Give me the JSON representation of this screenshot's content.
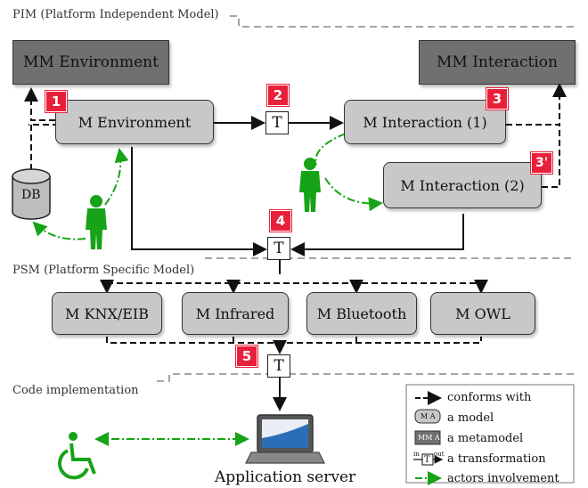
{
  "sections": {
    "pim": "PIM (Platform Independent Model)",
    "psm": "PSM (Platform Specific Model)",
    "code": "Code implementation"
  },
  "metamodels": {
    "environment": "MM Environment",
    "interaction": "MM Interaction"
  },
  "models": {
    "environment": "M Environment",
    "interaction1": "M Interaction (1)",
    "interaction2": "M Interaction (2)",
    "knx": "M KNX/EIB",
    "infrared": "M Infrared",
    "bluetooth": "M Bluetooth",
    "owl": "M OWL"
  },
  "db": "DB",
  "transform_label": "T",
  "steps": [
    "1",
    "2",
    "3",
    "3'",
    "4",
    "5"
  ],
  "app_server": "Application server",
  "legend": {
    "conforms": "conforms with",
    "model": "a model",
    "metamodel": "a metamodel",
    "transformation": "a transformation",
    "actors": "actors involvement",
    "model_icon": "M A",
    "metamodel_icon": "MM A",
    "in": "in",
    "out": "out"
  },
  "colors": {
    "actor": "#17a317",
    "badge": "#e8203a",
    "model": "#c8c8c8",
    "metamodel": "#707070"
  }
}
